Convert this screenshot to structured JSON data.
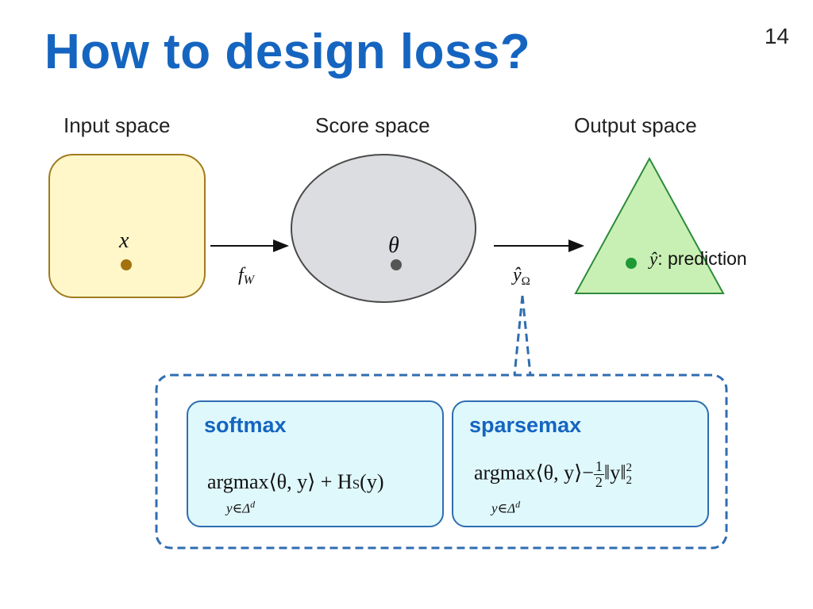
{
  "slide": {
    "title": "How to design loss?",
    "page_number": "14"
  },
  "spaces": {
    "input_label": "Input space",
    "score_label": "Score space",
    "output_label": "Output space"
  },
  "symbols": {
    "x": "x",
    "theta": "θ",
    "f": "f",
    "f_sub": "W",
    "y_hat": "ŷ",
    "y_hat_sub": "Ω",
    "prediction_symbol": "ŷ",
    "prediction_text": ": prediction"
  },
  "colors": {
    "title": "#1565c0",
    "input_fill": "#fff7c9",
    "input_stroke": "#a07a1e",
    "input_point": "#a3720f",
    "score_fill": "#dcdde0",
    "score_stroke": "#4a4a4a",
    "score_point": "#555555",
    "output_fill": "#c9f0b4",
    "output_stroke": "#2e8b3c",
    "output_point": "#1f9a35",
    "box_fill": "#dff8fc",
    "box_stroke": "#2f6db0"
  },
  "methods": [
    {
      "name": "softmax",
      "formula_main": "argmax⟨θ, y⟩ + H",
      "formula_sub": "S",
      "formula_tail": "(y)",
      "under": "y∈Δ",
      "under_sup": "d"
    },
    {
      "name": "sparsemax",
      "formula_main": "argmax⟨θ, y⟩−",
      "frac_num": "1",
      "frac_den": "2",
      "formula_tail": "‖y‖",
      "norm_sup": "2",
      "norm_sub": "2",
      "under": "y∈Δ",
      "under_sup": "d"
    }
  ]
}
